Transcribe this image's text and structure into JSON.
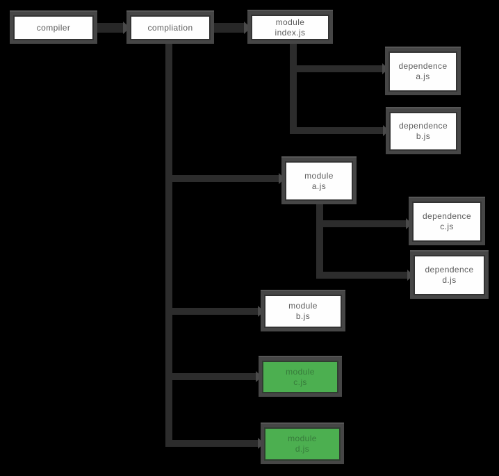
{
  "diagram": {
    "background_color": "#000000",
    "node_fill_color": "#fefefe",
    "node_border_color": "#333333",
    "node_glow_color": "#464646",
    "highlight_fill_color": "#4caf50",
    "edge_color": "#2c2c2c",
    "nodes": [
      {
        "id": "compiler",
        "variant": "white",
        "lines": [
          "compiler"
        ]
      },
      {
        "id": "compliation",
        "variant": "white",
        "lines": [
          "compliation"
        ]
      },
      {
        "id": "module-index",
        "variant": "white",
        "lines": [
          "module",
          "index.js"
        ]
      },
      {
        "id": "dependence-a",
        "variant": "white",
        "lines": [
          "dependence",
          "a.js"
        ]
      },
      {
        "id": "dependence-b",
        "variant": "white",
        "lines": [
          "dependence",
          "b.js"
        ]
      },
      {
        "id": "module-a",
        "variant": "white",
        "lines": [
          "module",
          "a.js"
        ]
      },
      {
        "id": "dependence-c",
        "variant": "white",
        "lines": [
          "dependence",
          "c.js"
        ]
      },
      {
        "id": "dependence-d",
        "variant": "white",
        "lines": [
          "dependence",
          "d.js"
        ]
      },
      {
        "id": "module-b",
        "variant": "white",
        "lines": [
          "module",
          "b.js"
        ]
      },
      {
        "id": "module-c",
        "variant": "green",
        "lines": [
          "module",
          "c.js"
        ]
      },
      {
        "id": "module-d",
        "variant": "green",
        "lines": [
          "module",
          "d.js"
        ]
      }
    ],
    "edges": [
      {
        "from": "compiler",
        "to": "compliation"
      },
      {
        "from": "compliation",
        "to": "module-index"
      },
      {
        "from": "module-index",
        "to": "dependence-a"
      },
      {
        "from": "module-index",
        "to": "dependence-b"
      },
      {
        "from": "compliation",
        "to": "module-a"
      },
      {
        "from": "module-a",
        "to": "dependence-c"
      },
      {
        "from": "module-a",
        "to": "dependence-d"
      },
      {
        "from": "compliation",
        "to": "module-b"
      },
      {
        "from": "compliation",
        "to": "module-c"
      },
      {
        "from": "compliation",
        "to": "module-d"
      }
    ]
  }
}
